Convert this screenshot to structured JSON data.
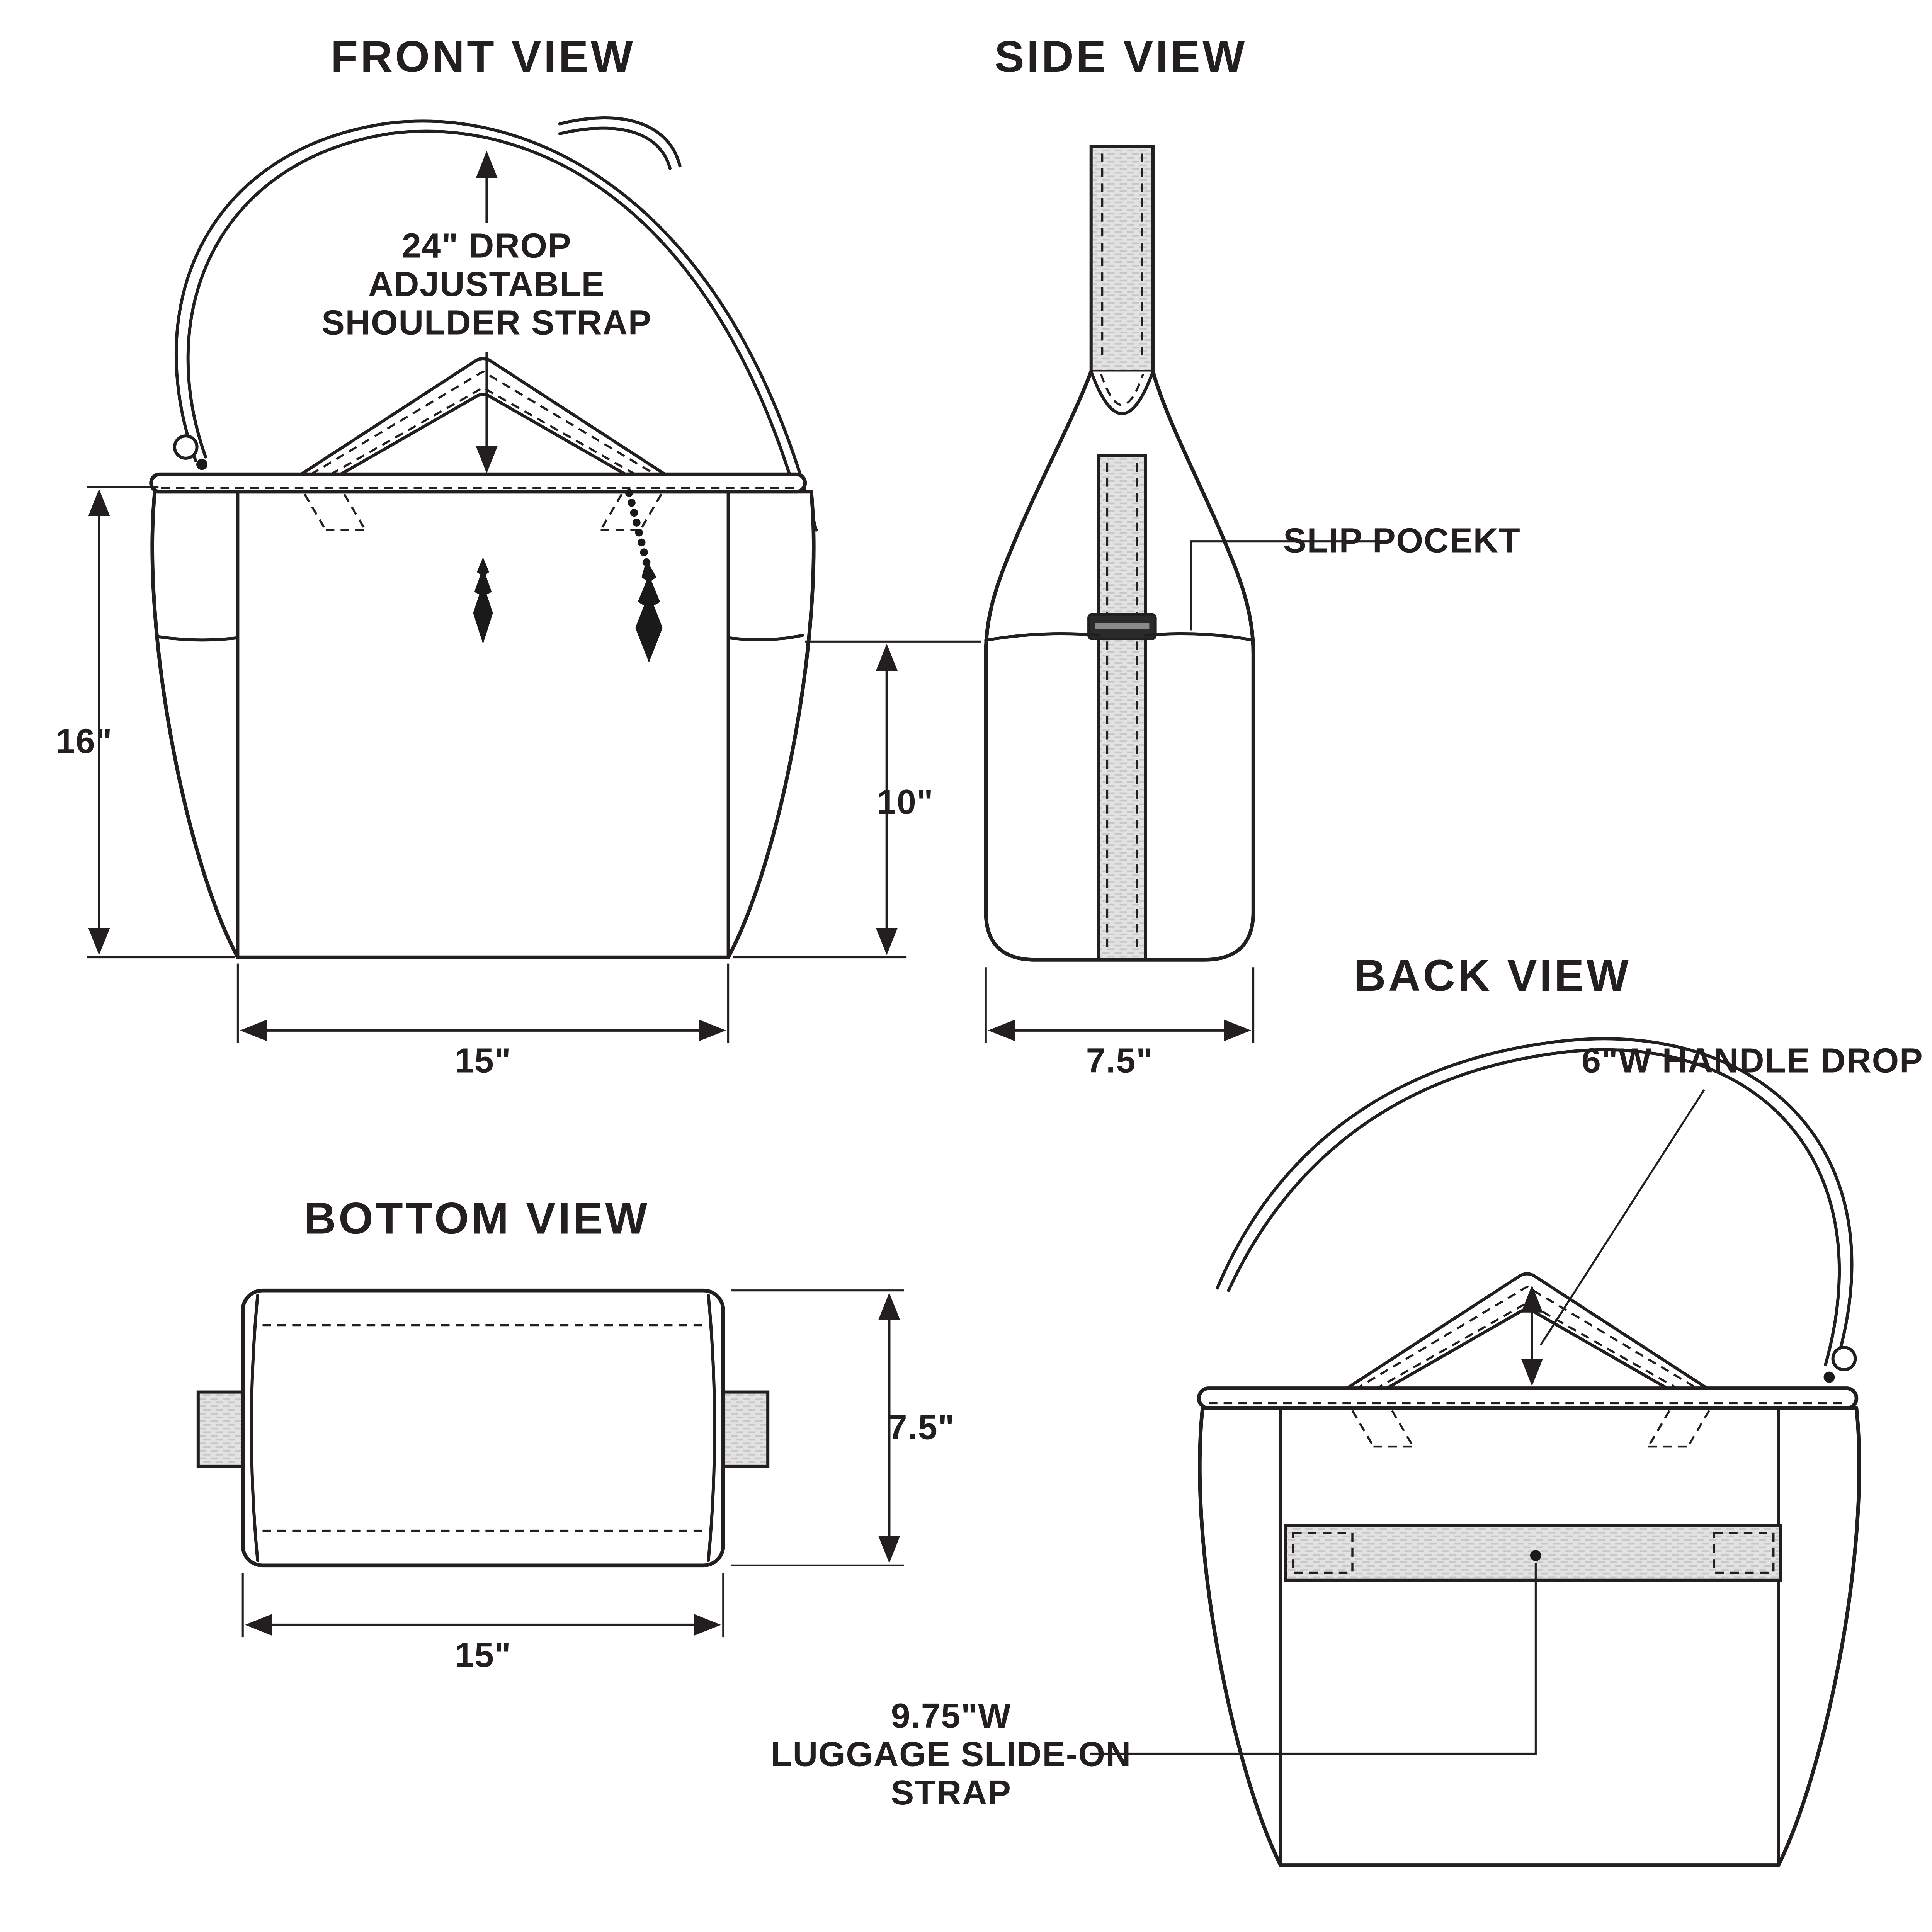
{
  "titles": {
    "front": "FRONT VIEW",
    "side": "SIDE VIEW",
    "back": "BACK VIEW",
    "bottom": "BOTTOM VIEW"
  },
  "front_view": {
    "strap_note": {
      "line1": "24\" DROP",
      "line2": "ADJUSTABLE",
      "line3": "SHOULDER STRAP"
    },
    "dims": {
      "height": "16\"",
      "width": "15\"",
      "pocket_height": "10\""
    }
  },
  "side_view": {
    "slip_pocket_label": "SLIP POCEKT",
    "dims": {
      "depth": "7.5\""
    }
  },
  "back_view": {
    "handle_drop_label": "6\"W HANDLE DROP",
    "luggage_label": {
      "line1": "9.75\"W",
      "line2": "LUGGAGE SLIDE-ON",
      "line3": "STRAP"
    }
  },
  "bottom_view": {
    "dims": {
      "width": "15\"",
      "depth": "7.5\""
    }
  },
  "colors": {
    "ink": "#231f20",
    "webbing": "#e0e0e0",
    "paper": "#ffffff"
  }
}
